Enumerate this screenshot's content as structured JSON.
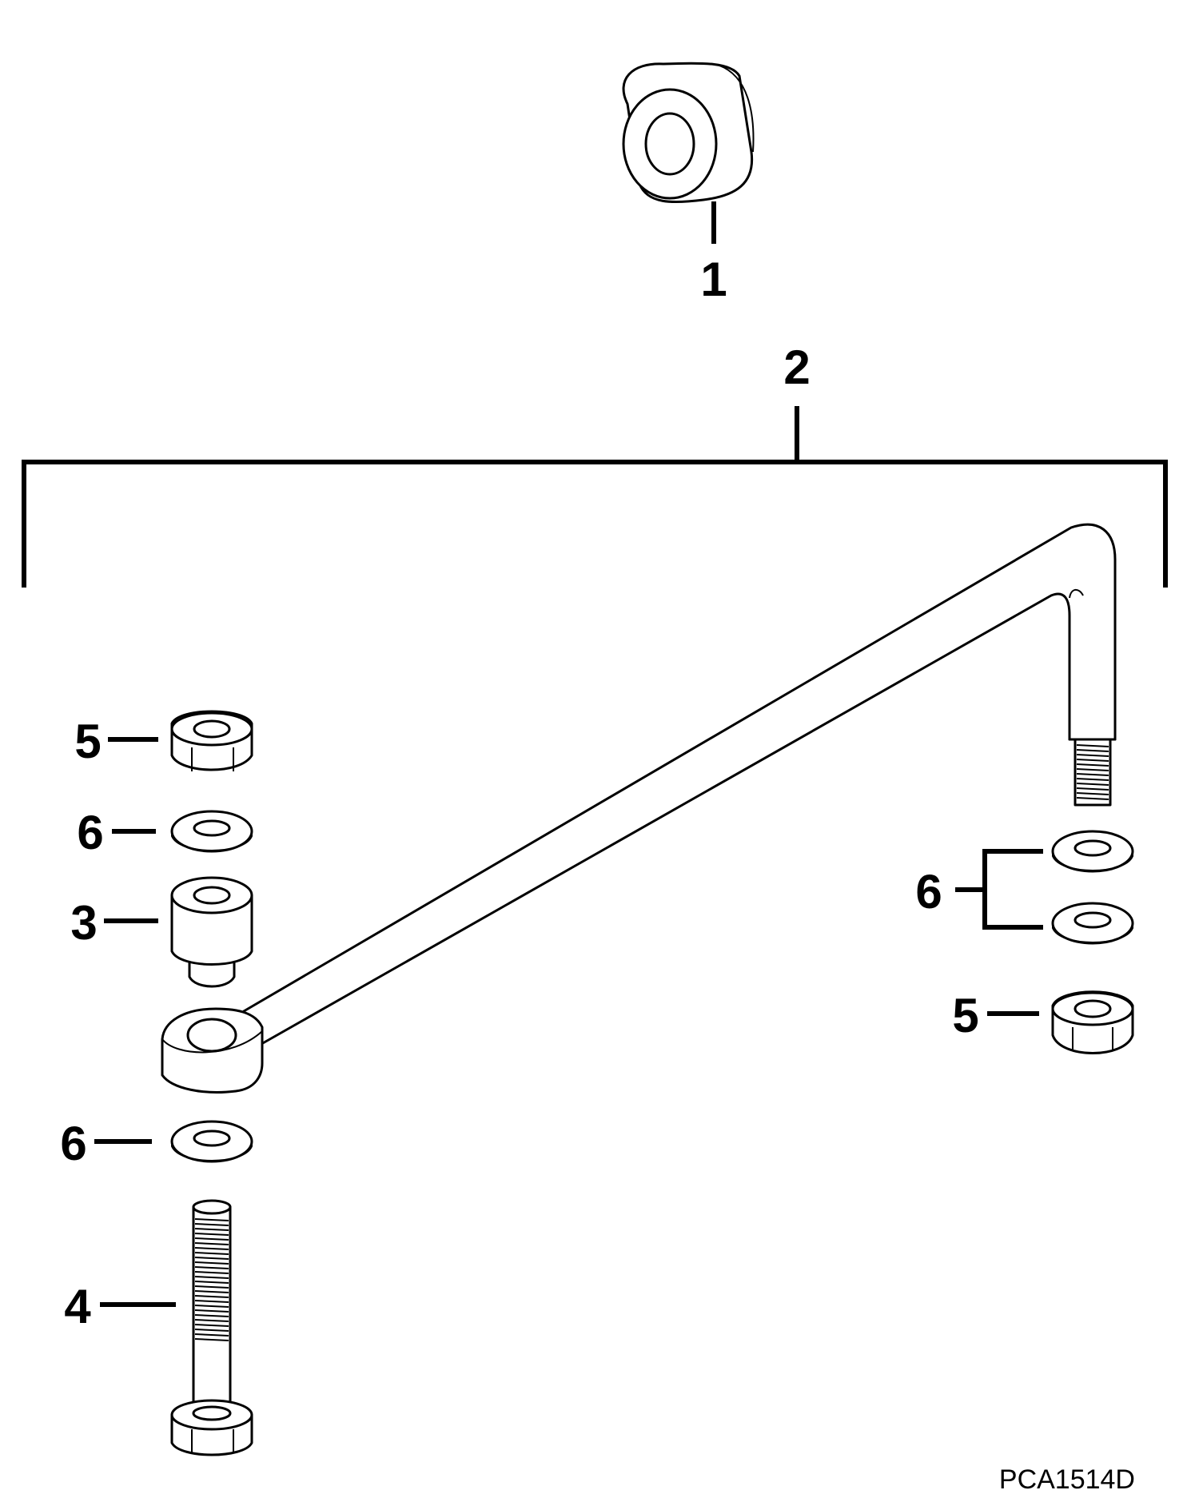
{
  "diagram": {
    "callouts": {
      "c1": "1",
      "c2": "2",
      "c3": "3",
      "c4": "4",
      "c5_left": "5",
      "c5_right": "5",
      "c6_left_top": "6",
      "c6_left_bottom": "6",
      "c6_right": "6"
    },
    "drawing_code": "PCA1514D"
  }
}
